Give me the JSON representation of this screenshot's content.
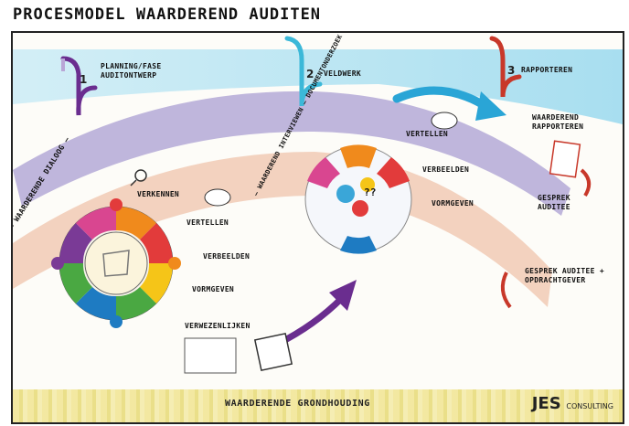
{
  "title": "PROCESMODEL WAARDEREND AUDITEN",
  "steps": [
    {
      "number": "1",
      "label": "PLANNING/FASE AUDITONTWERP"
    },
    {
      "number": "2",
      "label": "VELDWERK"
    },
    {
      "number": "3",
      "label": "RAPPORTEREN"
    }
  ],
  "dialog_label": "– WAARDERENDE DIALOOG –",
  "interview_label": "– WAARDEREND INTERVIEWEN – DOCUMENTONDERZOEK –",
  "left_flow": [
    "VERKENNEN",
    "VERTELLEN",
    "VERBEELDEN",
    "VORMGEVEN",
    "VERWEZENLIJKEN"
  ],
  "right_flow": [
    "VERTELLEN",
    "VERBEELDEN",
    "VORMGEVEN"
  ],
  "reporting": {
    "report_label": "WAARDEREND RAPPORTEREN",
    "auditee_label": "GESPREK AUDITEE",
    "client_label": "GESPREK AUDITEE + OPDRACHTGEVER"
  },
  "doodle_marks": "??",
  "footer_text": "WAARDERENDE GRONDHOUDING",
  "logo": {
    "main": "JES",
    "sub": "CONSULTING"
  },
  "colors": {
    "step1_bracket": "#6a2d8f",
    "step2_bracket": "#3cb8d8",
    "step3_bracket": "#c8382a",
    "purple_band": "#8c7bc4",
    "orange_band": "#e7a07a",
    "blue_band": "#8fd3ea",
    "flower": [
      "#e23b3b",
      "#f08a1c",
      "#f5c518",
      "#4aa842",
      "#1e7bc2",
      "#7a3a96",
      "#d94690"
    ],
    "footer": "#f1e9a6"
  }
}
